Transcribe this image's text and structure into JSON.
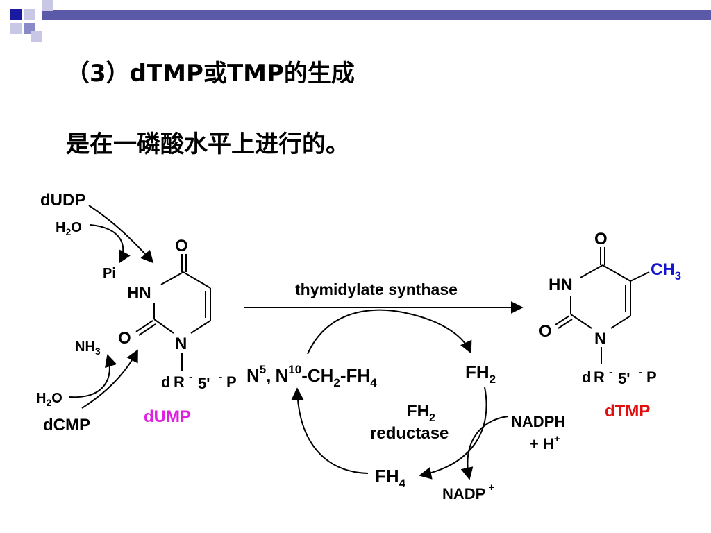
{
  "slide": {
    "title": "（3）dTMP或TMP的生成",
    "subtitle": "是在一磷酸水平上进行的。",
    "colors": {
      "accent_blue": "#1a1aa0",
      "header_bar": "#5a5aa8",
      "magenta": "#e020e0",
      "red": "#e01010",
      "blue_group": "#1515d0"
    }
  },
  "diagram": {
    "left_inputs": {
      "dudp": "dUDP",
      "h2o_top": "H",
      "h2o_top_sub": "2",
      "h2o_top_o": "O",
      "pi": "Pi",
      "nh3": "NH",
      "nh3_sub": "3",
      "h2o_bottom": "H",
      "h2o_bottom_sub": "2",
      "h2o_bottom_o": "O",
      "dcmp": "dCMP"
    },
    "dump": {
      "o_top": "O",
      "hn": "HN",
      "o_left": "O",
      "n": "N",
      "d": "d",
      "r": "R",
      "dash1": "-",
      "five_prime": "5'",
      "dash2": "-",
      "p": "P",
      "label": "dUMP"
    },
    "enzyme": "thymidylate synthase",
    "cofactor": {
      "n5": "N",
      "n5_sup": "5",
      "comma": ",",
      "n10": "N",
      "n10_sup": "10",
      "ch2": "-CH",
      "ch2_sub": "2",
      "fh4": "-FH",
      "fh4_sub": "4"
    },
    "fh2_right": "FH",
    "fh2_right_sub": "2",
    "reductase": {
      "line1": "FH",
      "line1_sub": "2",
      "line2": "reductase"
    },
    "fh4_bottom": "FH",
    "fh4_bottom_sub": "4",
    "nadph": {
      "line1": "NADPH",
      "line2": "+ H",
      "sup": "+"
    },
    "nadp": "NADP",
    "nadp_sup": "+",
    "dtmp": {
      "o_top": "O",
      "ch3": "CH",
      "ch3_sub": "3",
      "hn": "HN",
      "o_left": "O",
      "n": "N",
      "d": "d",
      "r": "R",
      "dash1": "-",
      "five_prime": "5'",
      "dash2": "-",
      "p": "P",
      "label": "dTMP"
    }
  }
}
